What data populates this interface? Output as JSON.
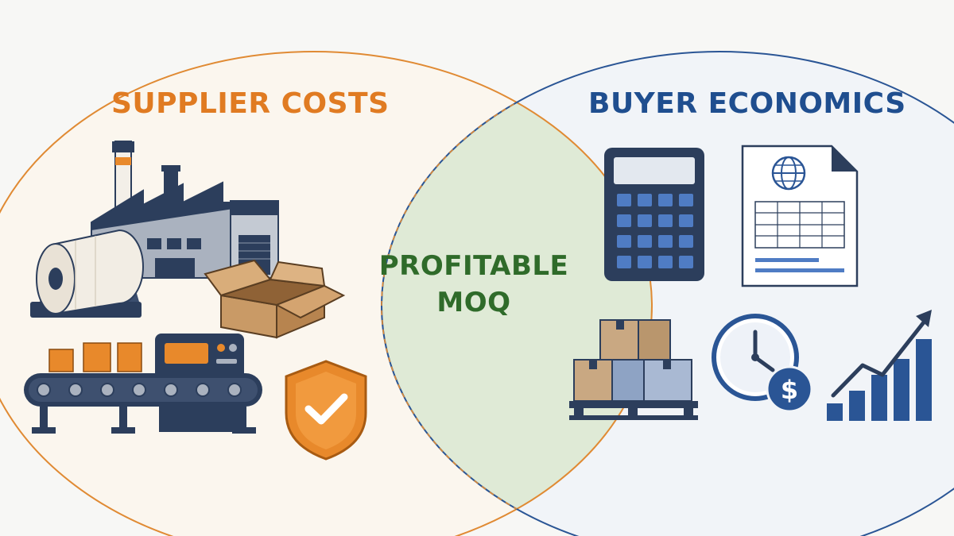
{
  "sets": {
    "left": {
      "label": "SUPPLIER COSTS",
      "color": "#e07b22",
      "fill": "#fbf6ee",
      "icons": [
        "factory-icon",
        "material-roll-icon",
        "cardboard-box-icon",
        "conveyor-belt-icon",
        "quality-shield-icon"
      ]
    },
    "right": {
      "label": "BUYER ECONOMICS",
      "color": "#1f4e8f",
      "fill": "#f1f4f8",
      "icons": [
        "calculator-icon",
        "invoice-document-icon",
        "pallet-boxes-icon",
        "clock-dollar-icon",
        "growth-chart-icon"
      ]
    },
    "intersection": {
      "line1": "PROFITABLE",
      "line2": "MOQ",
      "color": "#2f6b2a",
      "fill": "#dfead6"
    }
  },
  "colors": {
    "navy": "#2c3e5c",
    "orange": "#e8892b",
    "blue": "#3f6fb6",
    "cardboard": "#c99a66",
    "background": "#f7f7f5"
  }
}
